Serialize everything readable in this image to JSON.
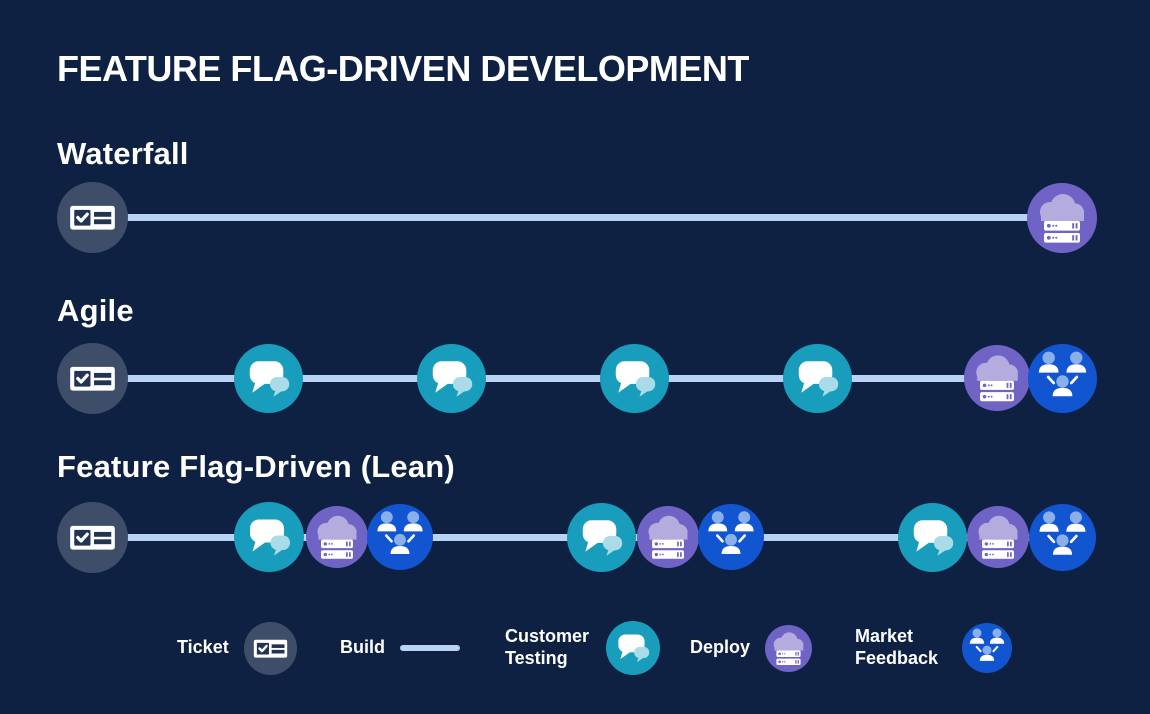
{
  "title": "FEATURE FLAG-DRIVEN DEVELOPMENT",
  "rows": [
    {
      "label": "Waterfall",
      "sequence": [
        "Ticket",
        "Build",
        "Deploy"
      ]
    },
    {
      "label": "Agile",
      "sequence": [
        "Ticket",
        "Build",
        "Customer Testing",
        "Build",
        "Customer Testing",
        "Build",
        "Customer Testing",
        "Build",
        "Customer Testing",
        "Build",
        "Deploy",
        "Market Feedback"
      ]
    },
    {
      "label": "Feature Flag-Driven (Lean)",
      "sequence": [
        "Ticket",
        "Build",
        "Customer Testing",
        "Deploy",
        "Market Feedback",
        "Build",
        "Customer Testing",
        "Deploy",
        "Market Feedback",
        "Build",
        "Customer Testing",
        "Deploy",
        "Market Feedback"
      ]
    }
  ],
  "legend": {
    "items": [
      {
        "label": "Ticket",
        "icon": "ticket-icon"
      },
      {
        "label": "Build",
        "icon": "build-line"
      },
      {
        "label": "Customer Testing",
        "icon": "customer-testing-icon"
      },
      {
        "label": "Deploy",
        "icon": "deploy-icon"
      },
      {
        "label": "Market Feedback",
        "icon": "market-feedback-icon"
      }
    ]
  },
  "colors": {
    "background": "#0e2142",
    "text": "#ffffff",
    "build_line": "#b8d3f6",
    "ticket_circle": "#3f4e68",
    "ticket_detail": "#223454",
    "customer_testing_circle": "#189dbc",
    "customer_testing_bubble_small": "#a9dce8",
    "deploy_circle": "#6f64c6",
    "deploy_cloud": "#b4abdf",
    "market_feedback_circle": "#1155d0",
    "market_feedback_head": "#8ab0ec"
  }
}
